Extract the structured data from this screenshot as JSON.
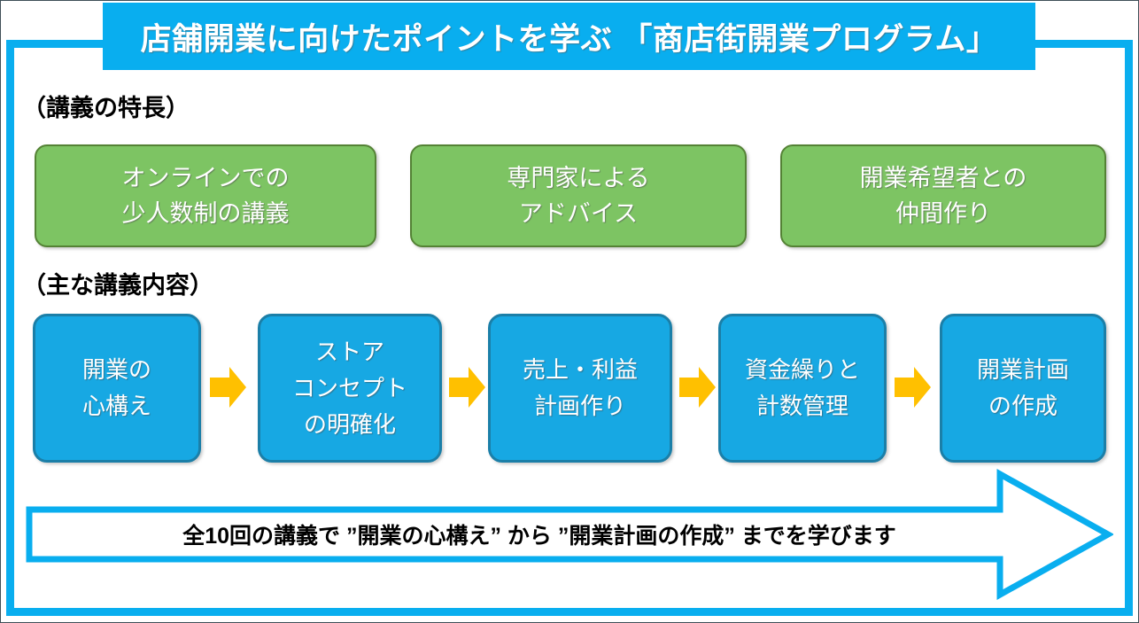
{
  "page": {
    "title": "店舗開業に向けたポイントを学ぶ 「商店街開業プログラム」",
    "frame_color": "#09AEEF",
    "banner_color": "#09AEEF",
    "banner_text_color": "#FFFFFF"
  },
  "sections": {
    "features_label": "（講義の特長）",
    "contents_label": "（主な講義内容）"
  },
  "features": {
    "box_fill": "#7DC463",
    "box_border": "#548235",
    "items": [
      {
        "lines": [
          "オンラインでの",
          "少人数制の講義"
        ]
      },
      {
        "lines": [
          "専門家による",
          "アドバイス"
        ]
      },
      {
        "lines": [
          "開業希望者との",
          "仲間作り"
        ]
      }
    ]
  },
  "process": {
    "box_fill": "#17A8E3",
    "box_border": "#1B7FA8",
    "arrow_color": "#FFC000",
    "steps": [
      {
        "lines": [
          "開業の",
          "心構え"
        ]
      },
      {
        "lines": [
          "ストア",
          "コンセプト",
          "の明確化"
        ]
      },
      {
        "lines": [
          "売上・利益",
          "計画作り"
        ]
      },
      {
        "lines": [
          "資金繰りと",
          "計数管理"
        ]
      },
      {
        "lines": [
          "開業計画",
          "の作成"
        ]
      }
    ],
    "connector_icon": "right-arrow-icon"
  },
  "summary": {
    "text": "全10回の講義で ”開業の心構え” から ”開業計画の作成” までを学びます",
    "arrow_stroke": "#09AEEF",
    "arrow_fill": "#FFFFFF"
  }
}
